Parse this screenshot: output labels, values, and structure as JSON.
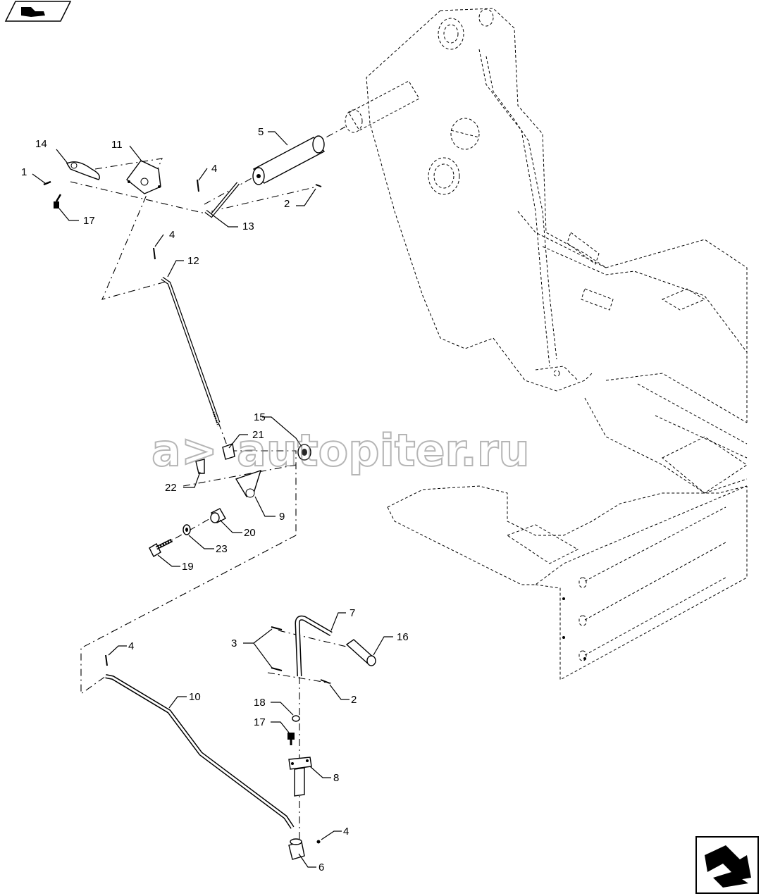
{
  "watermark": {
    "text": "autopiter.ru",
    "logo_glyph": "a>"
  },
  "icons": {
    "top_left": "book-icon",
    "bottom_right": "next-page-arrow-icon"
  },
  "callouts": [
    {
      "id": "c1",
      "label": "1"
    },
    {
      "id": "c14",
      "label": "14"
    },
    {
      "id": "c11",
      "label": "11"
    },
    {
      "id": "c17a",
      "label": "17"
    },
    {
      "id": "c5",
      "label": "5"
    },
    {
      "id": "c4a",
      "label": "4"
    },
    {
      "id": "c2a",
      "label": "2"
    },
    {
      "id": "c13",
      "label": "13"
    },
    {
      "id": "c4b",
      "label": "4"
    },
    {
      "id": "c12",
      "label": "12"
    },
    {
      "id": "c15",
      "label": "15"
    },
    {
      "id": "c21",
      "label": "21"
    },
    {
      "id": "c22",
      "label": "22"
    },
    {
      "id": "c9",
      "label": "9"
    },
    {
      "id": "c20",
      "label": "20"
    },
    {
      "id": "c23",
      "label": "23"
    },
    {
      "id": "c19",
      "label": "19"
    },
    {
      "id": "c7",
      "label": "7"
    },
    {
      "id": "c16",
      "label": "16"
    },
    {
      "id": "c3",
      "label": "3"
    },
    {
      "id": "c4c",
      "label": "4"
    },
    {
      "id": "c10",
      "label": "10"
    },
    {
      "id": "c2b",
      "label": "2"
    },
    {
      "id": "c18",
      "label": "18"
    },
    {
      "id": "c17b",
      "label": "17"
    },
    {
      "id": "c8",
      "label": "8"
    },
    {
      "id": "c4d",
      "label": "4"
    },
    {
      "id": "c6",
      "label": "6"
    }
  ]
}
